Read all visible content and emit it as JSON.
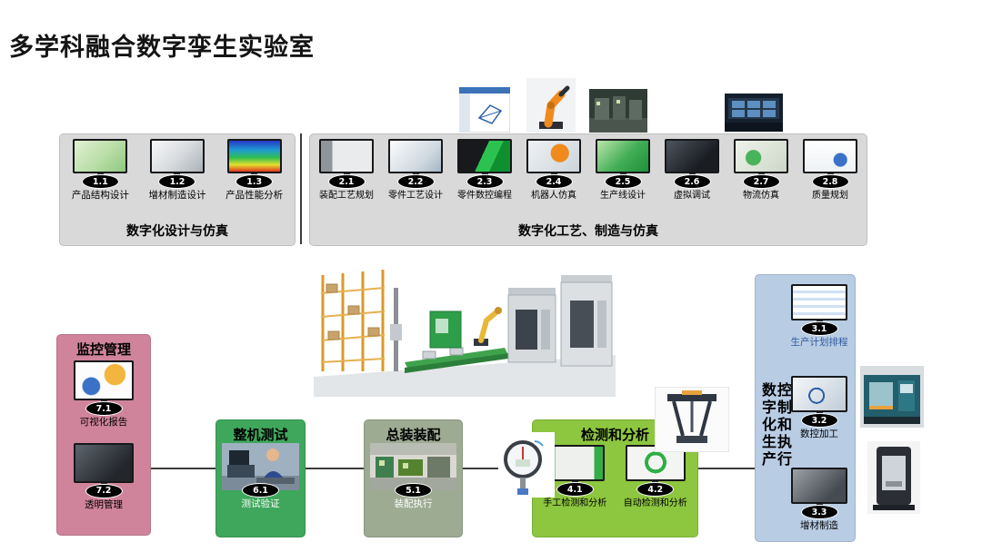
{
  "page": {
    "title": "多学科融合数字孪生实验室"
  },
  "colors": {
    "panel_gray": "#d9d9d9",
    "panel_pink": "#d0849b",
    "panel_green": "#3fa75c",
    "panel_gray_green": "#9dab93",
    "panel_lime": "#8dc63f",
    "panel_blue": "#b8cce4",
    "badge_bg": "#000000",
    "badge_text": "#ffffff",
    "caption_blue": "#2f5b9f"
  },
  "sections": {
    "design": {
      "title": "数字化设计与仿真",
      "items": [
        {
          "num": "1.1",
          "label": "产品结构设计"
        },
        {
          "num": "1.2",
          "label": "增材制造设计"
        },
        {
          "num": "1.3",
          "label": "产品性能分析"
        }
      ]
    },
    "process": {
      "title": "数字化工艺、制造与仿真",
      "items": [
        {
          "num": "2.1",
          "label": "装配工艺规划"
        },
        {
          "num": "2.2",
          "label": "零件工艺设计"
        },
        {
          "num": "2.3",
          "label": "零件数控编程"
        },
        {
          "num": "2.4",
          "label": "机器人仿真"
        },
        {
          "num": "2.5",
          "label": "生产线设计"
        },
        {
          "num": "2.6",
          "label": "虚拟调试"
        },
        {
          "num": "2.7",
          "label": "物流仿真"
        },
        {
          "num": "2.8",
          "label": "质量规划"
        }
      ]
    },
    "monitoring": {
      "title": "监控管理",
      "items": [
        {
          "num": "7.1",
          "label": "可视化报告"
        },
        {
          "num": "7.2",
          "label": "透明管理"
        }
      ]
    },
    "testing": {
      "title": "整机测试",
      "items": [
        {
          "num": "6.1",
          "label": "测试验证"
        }
      ]
    },
    "assembly": {
      "title": "总装装配",
      "items": [
        {
          "num": "5.1",
          "label": "装配执行"
        }
      ]
    },
    "inspection": {
      "title": "检测和分析",
      "items": [
        {
          "num": "4.1",
          "label": "手工检测和分析"
        },
        {
          "num": "4.2",
          "label": "自动检测和分析"
        }
      ]
    },
    "production": {
      "title": "数字化生产\n控制和执行",
      "items": [
        {
          "num": "3.1",
          "label": "生产计划排程"
        },
        {
          "num": "3.2",
          "label": "数控加工"
        },
        {
          "num": "3.3",
          "label": "增材制造"
        }
      ]
    }
  }
}
